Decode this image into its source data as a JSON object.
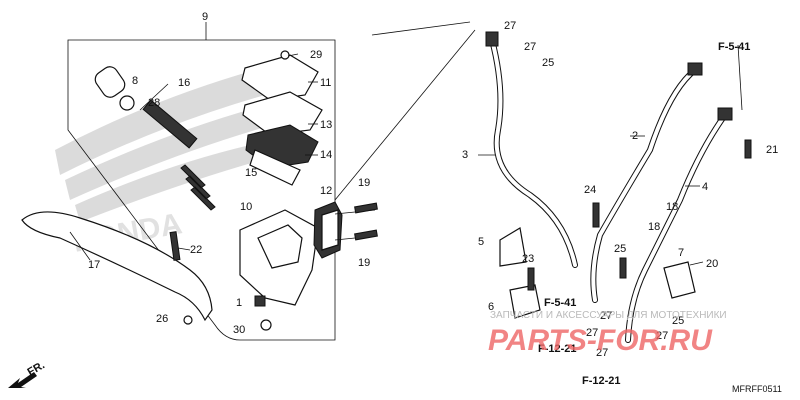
{
  "diagram": {
    "part_numbers": [
      "1",
      "2",
      "3",
      "4",
      "5",
      "6",
      "7",
      "8",
      "9",
      "10",
      "11",
      "12",
      "13",
      "14",
      "15",
      "16",
      "17",
      "18",
      "19",
      "20",
      "21",
      "22",
      "23",
      "24",
      "25",
      "26",
      "27",
      "28",
      "29",
      "30"
    ],
    "refs": {
      "top_right": "F-5-41",
      "center": "F-5-41",
      "bottom_left": "F-12-21",
      "bottom_center": "F-12-21"
    },
    "direction_label": "FR.",
    "brand_watermark": "HONDA",
    "diagram_code": "MFRFF0511"
  },
  "watermark": {
    "line1": "ЗАПЧАСТИ И АКСЕССУАРЫ ДЛЯ МОТОТЕХНИКИ",
    "line2": "PARTS-FOR.RU",
    "color": "#e66666"
  }
}
